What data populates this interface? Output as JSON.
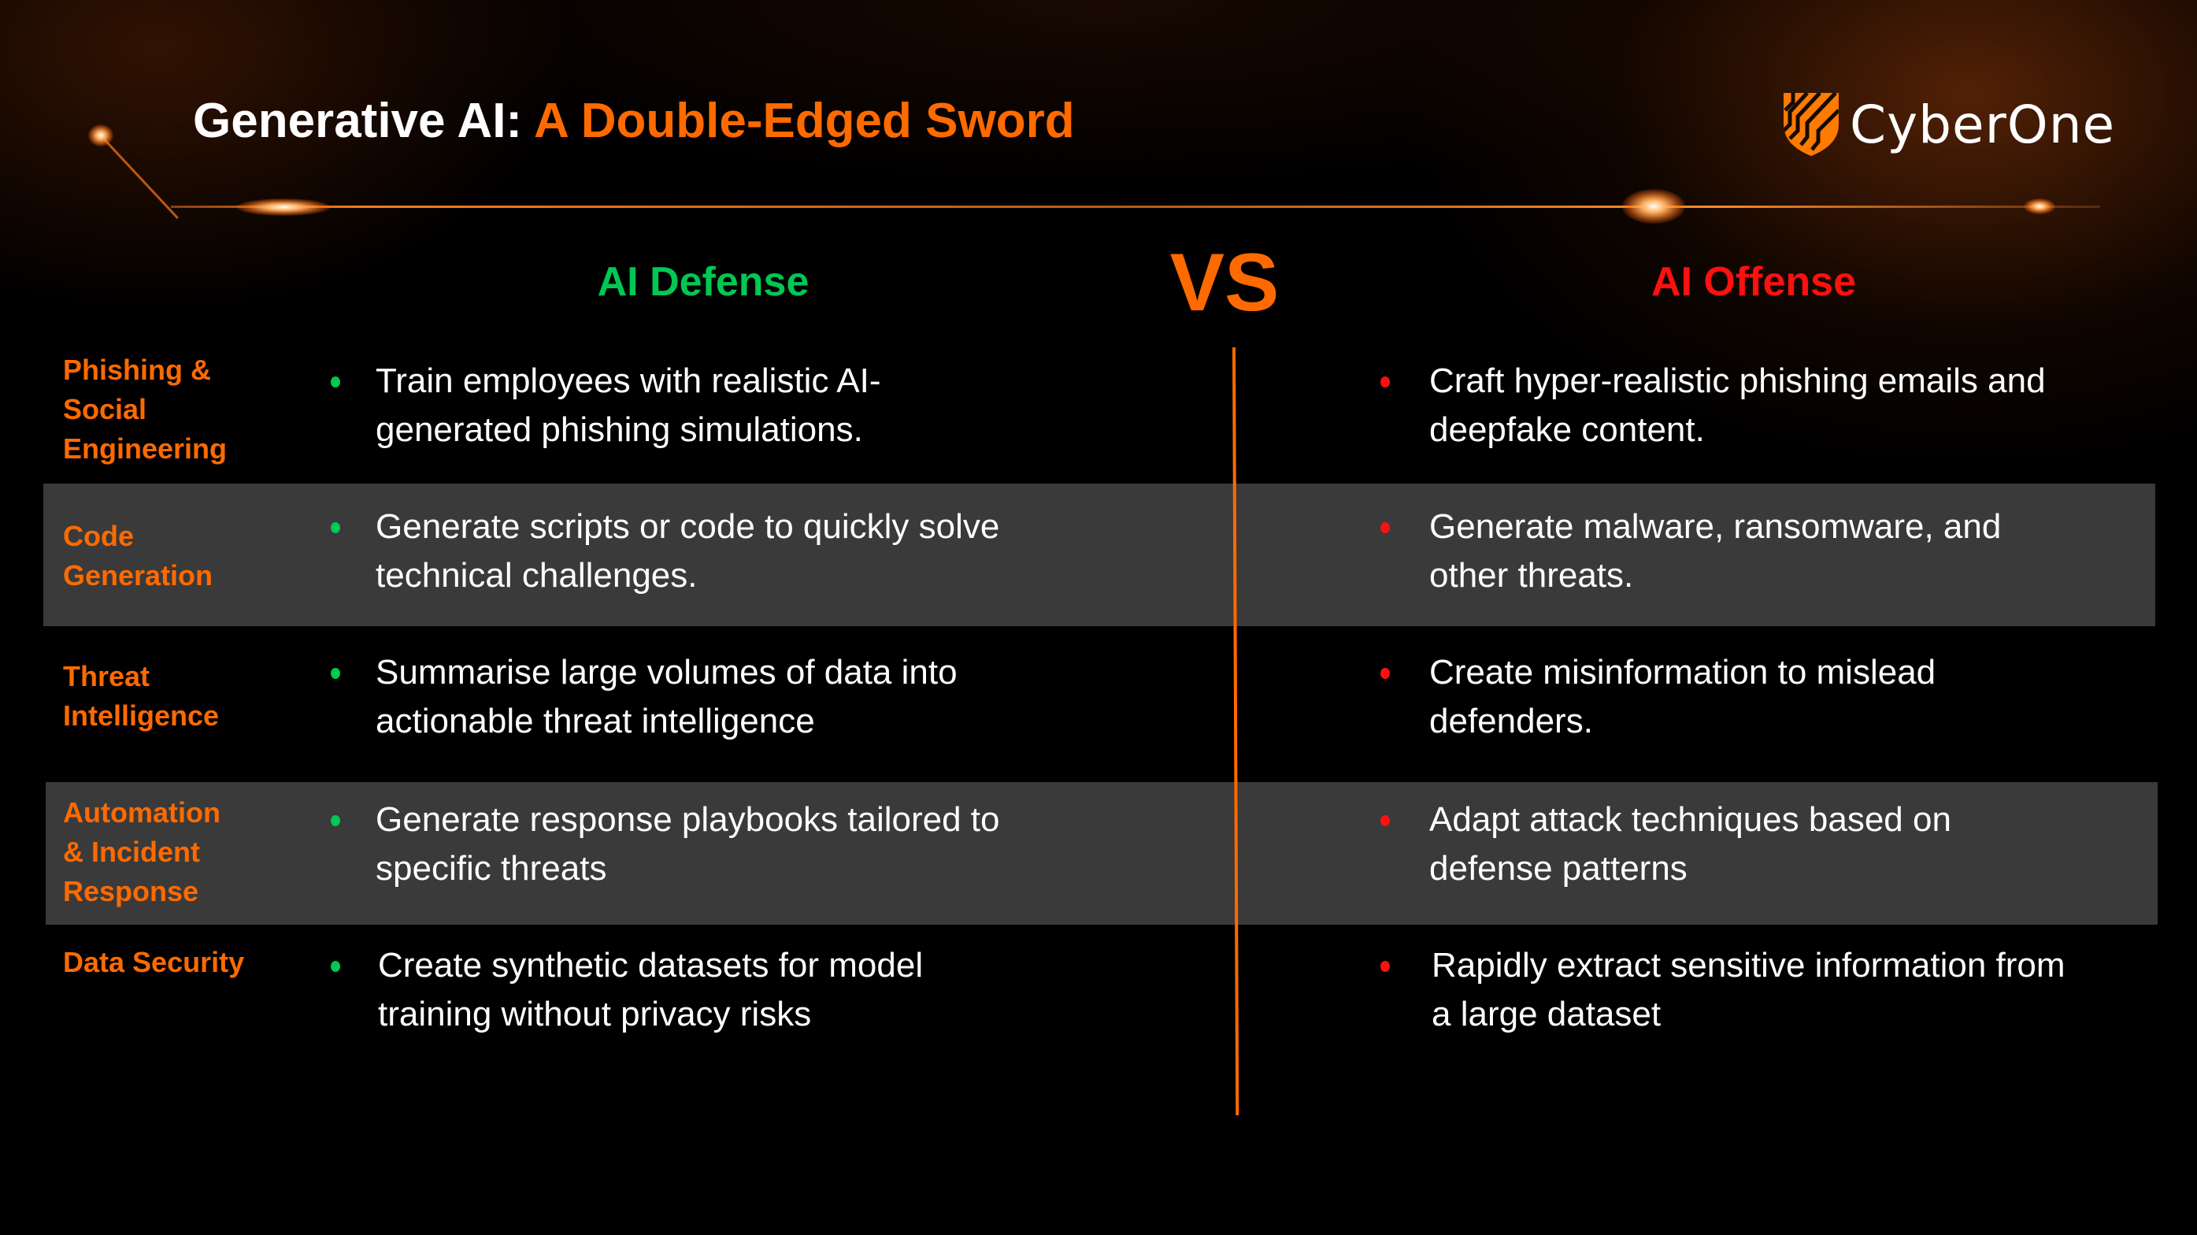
{
  "title": {
    "prefix": "Generative AI:",
    "accent": "A Double-Edged Sword"
  },
  "logo": {
    "text": "CyberOne",
    "icon": "shield-icon"
  },
  "headers": {
    "defense": "AI Defense",
    "vs": "VS",
    "offense": "AI Offense"
  },
  "colors": {
    "accent": "#ff6a00",
    "defense": "#00c853",
    "offense": "#ff1010",
    "band": "#3a3a3a"
  },
  "rows": [
    {
      "category": [
        "Phishing &",
        "Social",
        "Engineering"
      ],
      "defense": [
        "Train employees with realistic AI-",
        "generated phishing simulations."
      ],
      "offense": [
        "Craft hyper-realistic phishing emails and",
        "deepfake content."
      ]
    },
    {
      "category": [
        "Code",
        "Generation"
      ],
      "defense": [
        "Generate scripts or code to quickly solve",
        "technical challenges."
      ],
      "offense": [
        "Generate malware, ransomware, and",
        "other threats."
      ]
    },
    {
      "category": [
        "Threat",
        "Intelligence"
      ],
      "defense": [
        "Summarise large volumes of data into",
        "actionable threat intelligence"
      ],
      "offense": [
        "Create misinformation to mislead",
        "defenders."
      ]
    },
    {
      "category": [
        "Automation",
        "& Incident",
        "Response"
      ],
      "defense": [
        "Generate response playbooks tailored to",
        "specific threats"
      ],
      "offense": [
        "Adapt attack techniques based on",
        "defense patterns"
      ]
    },
    {
      "category": [
        "Data Security"
      ],
      "defense": [
        "Create synthetic datasets for model",
        "training without privacy risks"
      ],
      "offense": [
        "Rapidly extract sensitive information from",
        "a large dataset"
      ]
    }
  ]
}
